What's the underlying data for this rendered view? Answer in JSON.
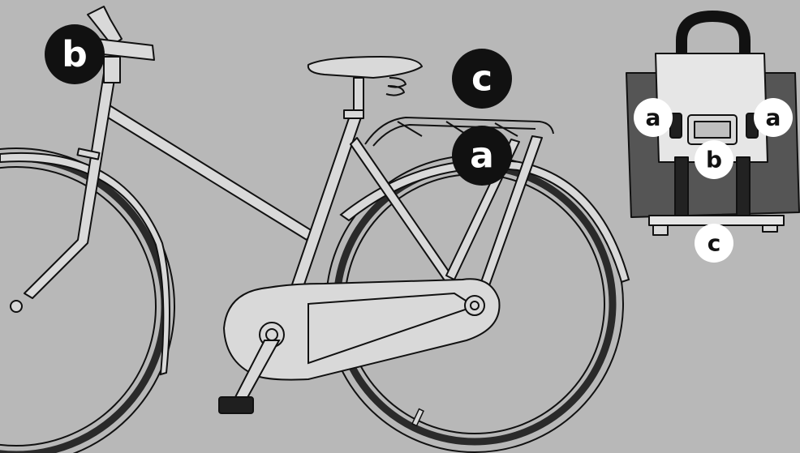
{
  "colors": {
    "background": "#b8b8b8",
    "line": "#111111",
    "frame_fill": "#d9d9d9",
    "tire": "#2a2a2a",
    "label_dark_bg": "#111111",
    "label_light_bg": "#ffffff",
    "bag_body": "#555555",
    "bag_flap": "#e6e6e6"
  },
  "labels": {
    "handlebar_b": "b",
    "rack_c": "c",
    "rack_a": "a",
    "bag_a_left": "a",
    "bag_a_right": "a",
    "bag_b": "b",
    "bag_c": "c"
  },
  "icons": {
    "bicycle": "bicycle-illustration",
    "bag": "pannier-bag-illustration"
  }
}
